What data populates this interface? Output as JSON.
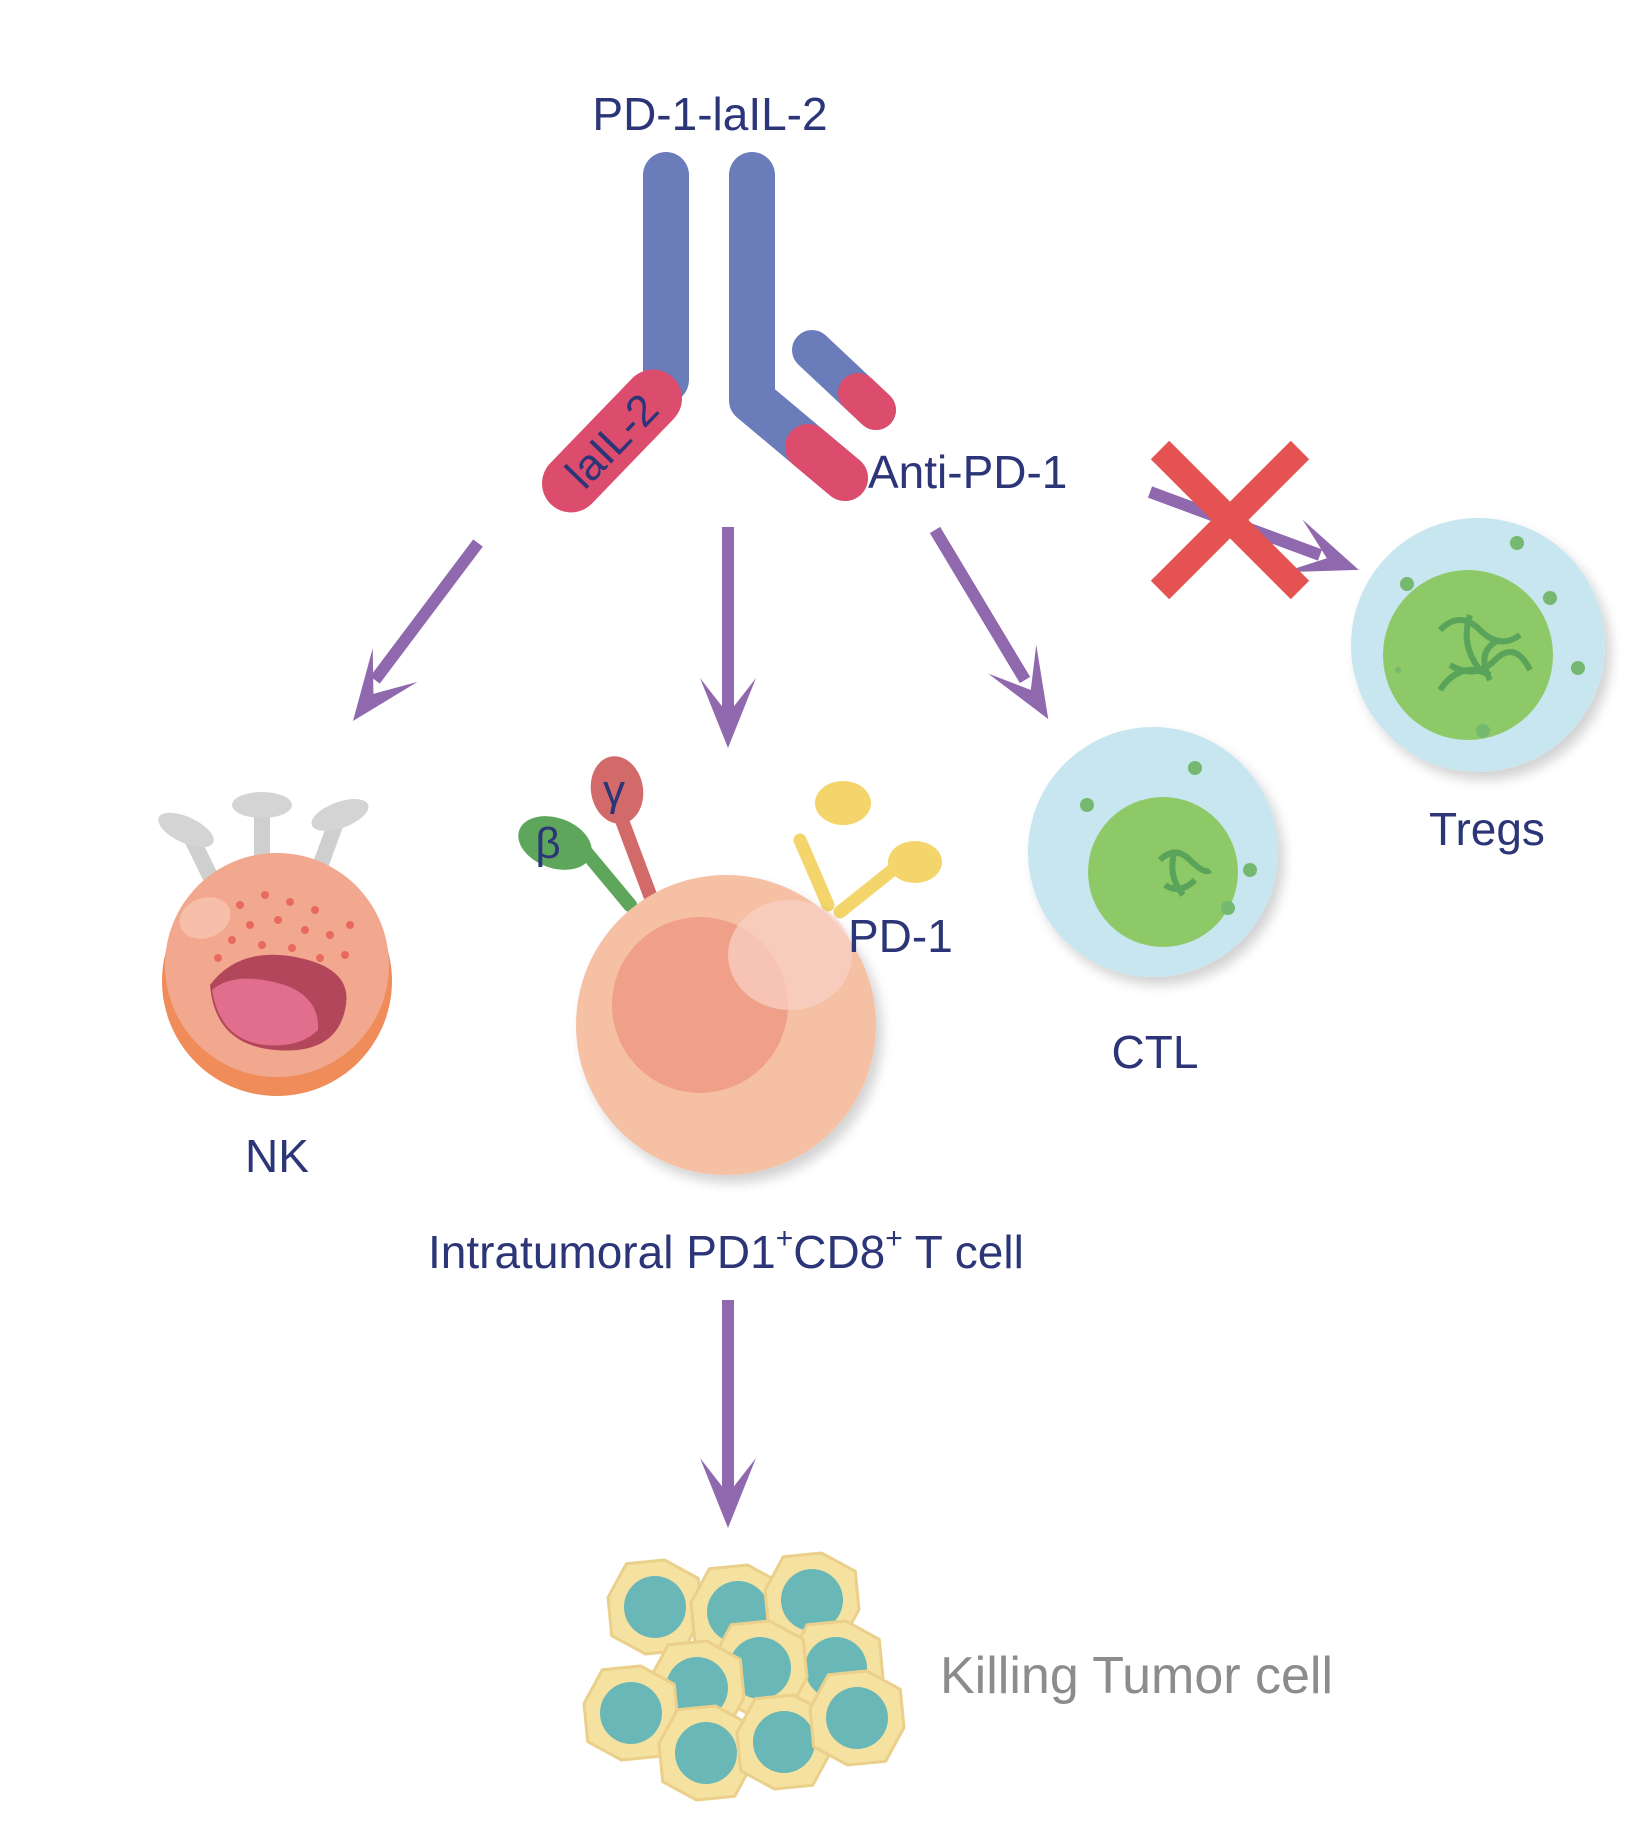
{
  "labels": {
    "title": "PD-1-laIL-2",
    "laIL2": "laIL-2",
    "anti_pd1": "Anti-PD-1",
    "tregs": "Tregs",
    "beta": "β",
    "gamma": "γ",
    "pd1": "PD-1",
    "ctl": "CTL",
    "nk": "NK",
    "tcell_main": "Intratumoral PD1",
    "tcell_sup1": "+",
    "tcell_mid": "CD8",
    "tcell_sup2": "+",
    "tcell_end": " T cell",
    "killing": "Killing Tumor cell"
  },
  "colors": {
    "label_text": "#2b3577",
    "killing_text": "#8c8c8c",
    "antibody_blue": "#6b7cbb",
    "antibody_red": "#dc4c6c",
    "arrow_purple": "#9068ad",
    "cross_red": "#e55252",
    "tcell_peach": "#f6c0a4",
    "tcell_core": "#f0a088",
    "nk_body": "#f2a88e",
    "nk_base": "#ef8c5a",
    "nk_mouth": "#b2465a",
    "ctl_outer": "#c8e6ef",
    "ctl_nucleus": "#8dc966",
    "receptor_beta": "#5da65b",
    "receptor_gamma": "#d36a6a",
    "receptor_pd1": "#f4d56b",
    "tumor_outer": "#f5e1a0",
    "tumor_inner": "#6ab7b8"
  }
}
